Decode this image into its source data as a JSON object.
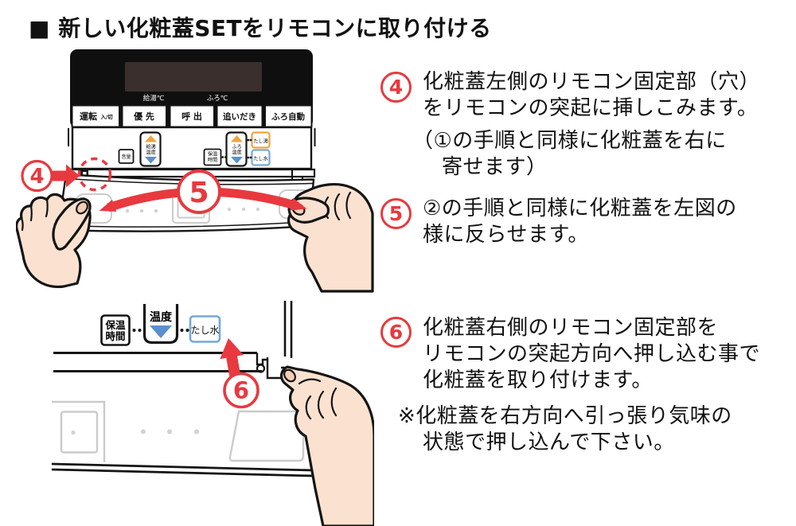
{
  "title": "■ 新しい化粧蓋SETをリモコンに取り付ける",
  "colors": {
    "accent_red": "#e8393f",
    "orange": "#efa33d",
    "blue_border": "#74a8d8",
    "blue_triangle": "#5b8fd0",
    "display_dark": "#3b2f2e",
    "ghost_gray": "#cbcbcb",
    "skin": "#fbe2d0"
  },
  "figure1": {
    "display_labels": {
      "kyuto": "給湯℃",
      "furo": "ふろ℃"
    },
    "main_buttons": {
      "unten": "運転",
      "unten_sub": "入/切",
      "yusen": "優 先",
      "yobidashi": "呼 出",
      "oidaki": "追いだき",
      "furo_auto": "ふろ自動"
    },
    "panel_buttons": {
      "onryo": "音量",
      "kyuto_ondo_l1": "給湯",
      "kyuto_ondo_l2": "温度",
      "hoon_l1": "保温",
      "hoon_l2": "時間",
      "furo_ondo_l1": "ふろ",
      "furo_ondo_l2": "温度",
      "tashiyu": "たし湯",
      "tashimizu": "たし水"
    }
  },
  "figure2": {
    "hoon_l1": "保温",
    "hoon_l2": "時間",
    "ondo": "温度",
    "tashimizu": "たし水"
  },
  "steps": [
    {
      "num": "4",
      "lines": [
        "化粧蓋左側のリモコン固定部（穴）",
        "をリモコンの突起に挿しこみます。"
      ],
      "note": [
        "（①の手順と同様に化粧蓋を右に",
        "寄せます）"
      ]
    },
    {
      "num": "5",
      "lines": [
        "②の手順と同様に化粧蓋を左図の",
        "様に反らせます。"
      ]
    },
    {
      "num": "6",
      "lines": [
        "化粧蓋右側のリモコン固定部を",
        "リモコンの突起方向へ押し込む事で",
        "化粧蓋を取り付けます。"
      ],
      "note": [
        "※化粧蓋を右方向へ引っ張り気味の",
        "状態で押し込んで下さい。"
      ]
    }
  ]
}
